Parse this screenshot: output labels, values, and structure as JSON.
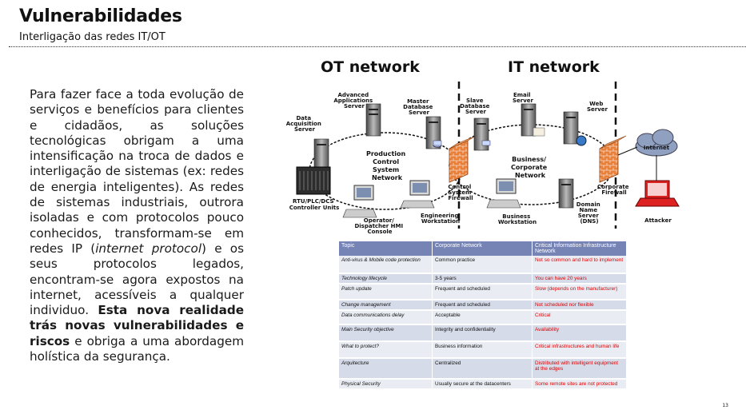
{
  "header": {
    "title": "Vulnerabilidades",
    "subtitle": "Interligação das redes IT/OT"
  },
  "body": {
    "paragraph_part1": "Para fazer face a toda evolução de serviços e benefícios para clientes e cidadãos, as soluções tecnológicas obrigam a uma intensificação na troca de dados e interligação de sistemas (ex: redes de energia inteligentes). As redes de sistemas industriais, outrora isoladas e com protocolos pouco conhecidos, transformam-se em redes IP (",
    "paragraph_italic": "internet protocol",
    "paragraph_part2": ") e os seus protocolos legados, encontram-se agora expostos na internet, acessíveis a qualquer individuo. ",
    "paragraph_bold": "Esta nova realidade trás novas vulnerabilidades e riscos",
    "paragraph_part3": " e obriga a uma abordagem holística da segurança."
  },
  "diagram": {
    "ot_label": "OT network",
    "it_label": "IT network",
    "nodes": {
      "advanced_apps": [
        "Advanced",
        "Applications",
        "Server"
      ],
      "master_db": [
        "Master",
        "Database",
        "Server"
      ],
      "data_acq": [
        "Data",
        "Acquisition",
        "Server"
      ],
      "production": [
        "Production",
        "Control",
        "System",
        "Network"
      ],
      "rtu": [
        "RTU/PLC/DCS",
        "Controller Units"
      ],
      "operator": [
        "Operator/",
        "Dispatcher HMI",
        "Console"
      ],
      "eng_ws": [
        "Engineering",
        "Workstation"
      ],
      "control_fw": [
        "Control",
        "System",
        "Firewall"
      ],
      "slave_db": [
        "Slave",
        "Database",
        "Server"
      ],
      "email": [
        "Email",
        "Server"
      ],
      "web": [
        "Web",
        "Server"
      ],
      "business_net": [
        "Business/",
        "Corporate",
        "Network"
      ],
      "business_ws": [
        "Business",
        "Workstation"
      ],
      "dns": [
        "Domain",
        "Name",
        "Server",
        "(DNS)"
      ],
      "corp_fw": [
        "Corporate",
        "Firewall"
      ],
      "internet": "Internet",
      "attacker": "Attacker"
    }
  },
  "table": {
    "headers": [
      "Topic",
      "Corporate Network",
      "Critical Information Infrastructure Network"
    ],
    "rows": [
      [
        "Anti-virus & Mobile code protection",
        "Common practice",
        "Not so common and hard to implement"
      ],
      [
        "Technology lifecycle",
        "3-5 years",
        "You can have 20 years"
      ],
      [
        "Patch update",
        "Frequent and scheduled",
        "Slow (depends on the manufacturer)"
      ],
      [
        "Change management",
        "Frequent and scheduled",
        "Not scheduled nor flexible"
      ],
      [
        "Data communications delay",
        "Acceptable",
        "Critical"
      ],
      [
        "Main Security objective",
        "Integrity and confidentiality",
        "Availability"
      ],
      [
        "What to protect?",
        "Business information",
        "Critical infrastructures and human life"
      ],
      [
        "Arquitecture",
        "Centralized",
        "Distributed with intelligent equipment at the edges"
      ],
      [
        "Physical Security",
        "Usually secure at the datacenters",
        "Some remote sites are not protected"
      ]
    ]
  },
  "colors": {
    "table_header": "#7683b5",
    "table_row_light": "#e9ecf3",
    "table_row_dark": "#d6dbe9",
    "critical_text": "#e00000",
    "firewall": "#e8803a"
  },
  "footer": {
    "page_number": "13"
  }
}
